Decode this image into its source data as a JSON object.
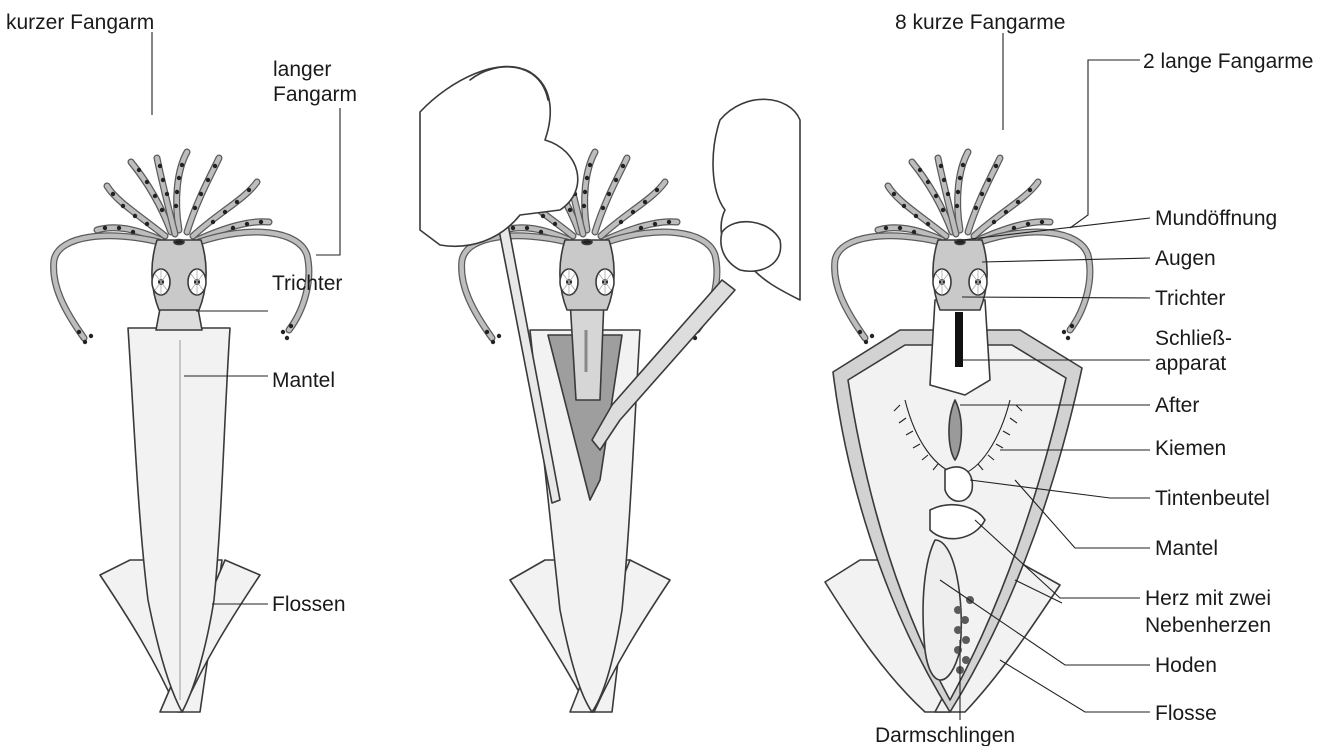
{
  "panel_left": {
    "labels": {
      "short_arm": "kurzer Fangarm",
      "long_arm_line1": "langer",
      "long_arm_line2": "Fangarm",
      "funnel": "Trichter",
      "mantle": "Mantel",
      "fins": "Flossen"
    }
  },
  "panel_right": {
    "labels": {
      "short_arms": "8 kurze Fangarme",
      "long_arms": "2 lange Fangarme",
      "mouth": "Mundöffnung",
      "eyes": "Augen",
      "funnel": "Trichter",
      "closure_line1": "Schließ-",
      "closure_line2": "apparat",
      "anus": "After",
      "gills": "Kiemen",
      "ink_sac": "Tintenbeutel",
      "mantle": "Mantel",
      "heart_line1": "Herz mit zwei",
      "heart_line2": "Nebenherzen",
      "testes": "Hoden",
      "fin": "Flosse",
      "intestine": "Darmschlingen"
    }
  },
  "colors": {
    "outline": "#3a3a3a",
    "mantle_fill": "#f2f2f2",
    "head_fill": "#c9c9c9",
    "inner_fill": "#b0b0b0",
    "sucker": "#222222"
  }
}
